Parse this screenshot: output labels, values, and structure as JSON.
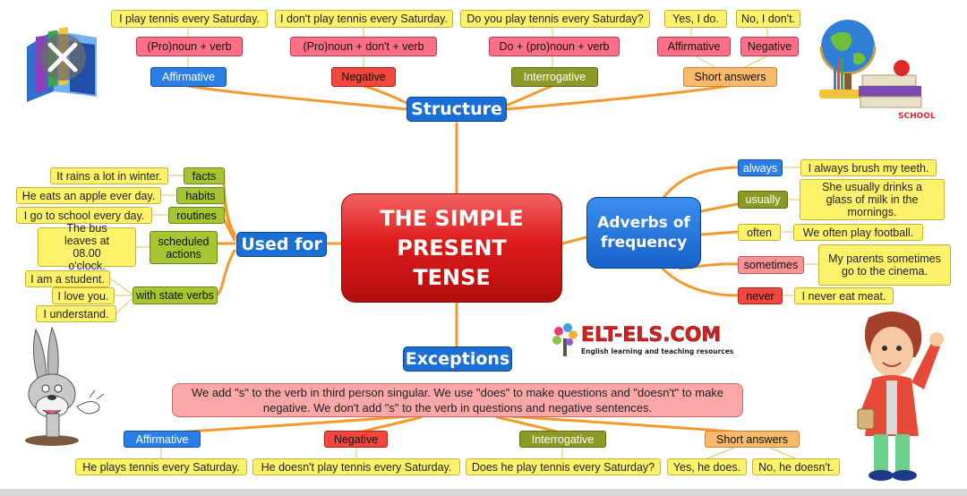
{
  "central": {
    "title": "THE SIMPLE PRESENT TENSE"
  },
  "structure": {
    "header": "Structure",
    "affirmative": {
      "label": "Affirmative",
      "pattern": "(Pro)noun + verb",
      "example": "I play tennis every Saturday."
    },
    "negative": {
      "label": "Negative",
      "pattern": "(Pro)noun + don't + verb",
      "example": "I don't play tennis every Saturday."
    },
    "interrogative": {
      "label": "Interrogative",
      "pattern": "Do + (pro)noun + verb",
      "example": "Do you play tennis every Saturday?"
    },
    "short_answers": {
      "label": "Short answers",
      "affirmative_label": "Affirmative",
      "negative_label": "Negative",
      "affirmative_example": "Yes, I do.",
      "negative_example": "No, I don't."
    }
  },
  "used_for": {
    "header": "Used for",
    "facts": {
      "label": "facts",
      "example": "It rains a lot in winter."
    },
    "habits": {
      "label": "habits",
      "example": "He eats an apple ever day."
    },
    "routines": {
      "label": "routines",
      "example": "I go to school every day."
    },
    "scheduled": {
      "label": "scheduled actions",
      "example": "The bus leaves at 08.00 o'clock."
    },
    "state_verbs": {
      "label": "with state verbs",
      "examples": [
        "I am a student.",
        "I love you.",
        "I understand."
      ]
    }
  },
  "adverbs": {
    "header": "Adverbs of frequency",
    "items": [
      {
        "label": "always",
        "example": "I always brush my teeth."
      },
      {
        "label": "usually",
        "example": "She usually drinks a glass of milk in the mornings."
      },
      {
        "label": "often",
        "example": "We often play football."
      },
      {
        "label": "sometimes",
        "example": "My parents sometimes go to the cinema."
      },
      {
        "label": "never",
        "example": "I never eat meat."
      }
    ]
  },
  "exceptions": {
    "header": "Exceptions",
    "note": "We add \"s\" to the verb in third person singular. We use \"does\" to make questions and \"doesn't\" to make negative. We don't add \"s\" to the verb in questions and negative sentences.",
    "affirmative": {
      "label": "Affirmative",
      "example": "He plays tennis every Saturday."
    },
    "negative": {
      "label": "Negative",
      "example": "He doesn't play tennis every Saturday."
    },
    "interrogative": {
      "label": "Interrogative",
      "example": "Does he play tennis every Saturday?"
    },
    "short_answers": {
      "label": "Short answers",
      "yes": "Yes, he does.",
      "no": "No, he doesn't."
    }
  },
  "logo": {
    "name": "ELT-ELS.COM",
    "tagline": "English learning and teaching resources"
  },
  "illustrations": {
    "school_word": "SCHOOL"
  },
  "colors": {
    "connector": "#f39a2b",
    "central_red": "#dd1a1a",
    "header_blue": "#1a6fd6"
  }
}
